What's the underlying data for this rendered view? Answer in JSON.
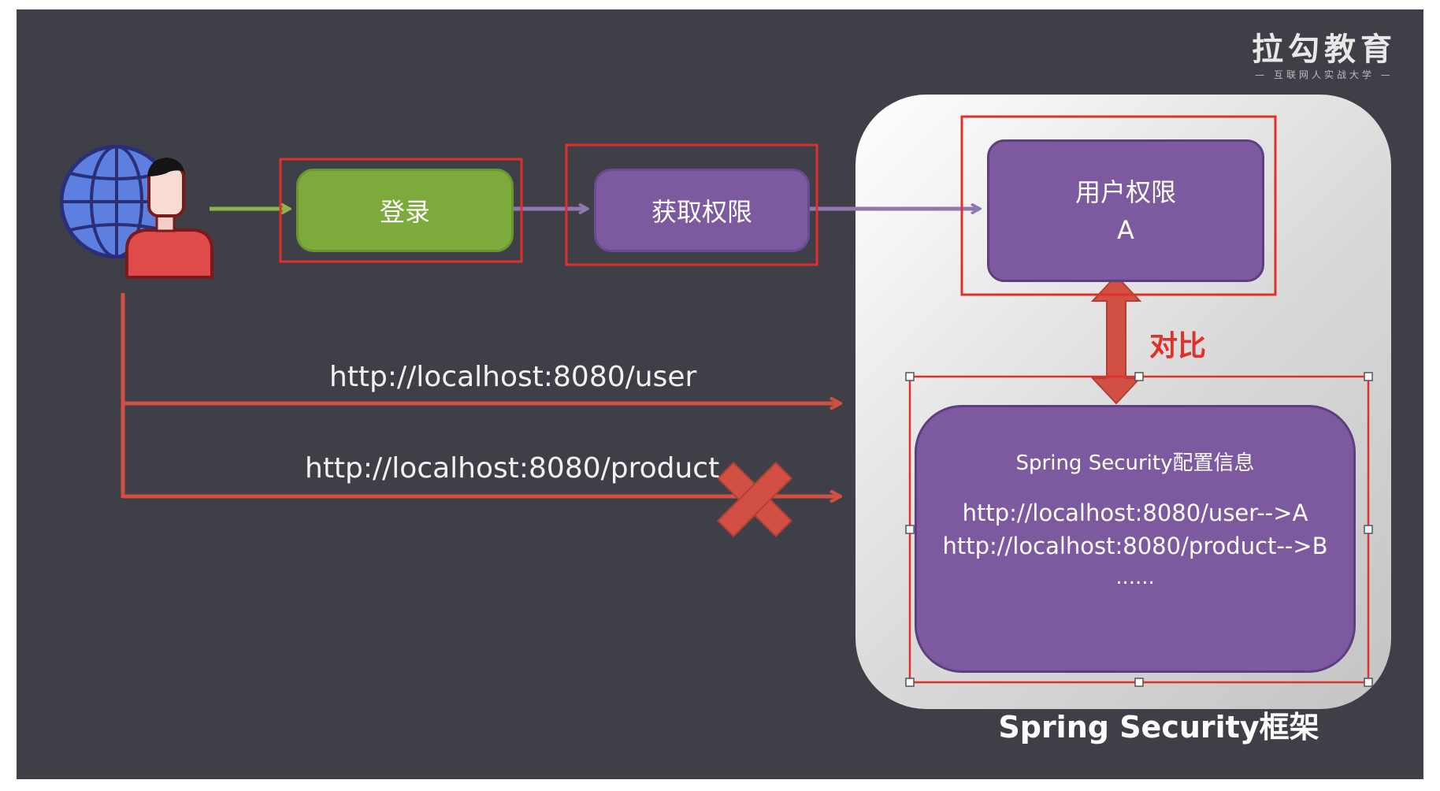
{
  "logo": {
    "main": "拉勾教育",
    "sub": "— 互联网人实战大学 —"
  },
  "nodes": {
    "login": "登录",
    "get_permission": "获取权限",
    "user_permission": {
      "title": "用户权限",
      "value": "A"
    },
    "config": {
      "title": "Spring Security配置信息",
      "lines": [
        "http://localhost:8080/user-->A",
        "http://localhost:8080/product-->B"
      ],
      "ellipsis": "......"
    }
  },
  "edges": {
    "url_user": "http://localhost:8080/user",
    "url_product": "http://localhost:8080/product"
  },
  "compare_label": "对比",
  "framework_label": "Spring Security框架",
  "colors": {
    "background": "#3f4047",
    "green_box": "#7cab3b",
    "purple_box": "#7d5aa0",
    "highlight_red": "#e0302a",
    "arrow_red": "#d25043",
    "arrow_green": "#8db44a",
    "arrow_purple": "#8e78b0"
  },
  "icons": {
    "user": "globe-user-icon",
    "blocked": "red-x-icon"
  }
}
